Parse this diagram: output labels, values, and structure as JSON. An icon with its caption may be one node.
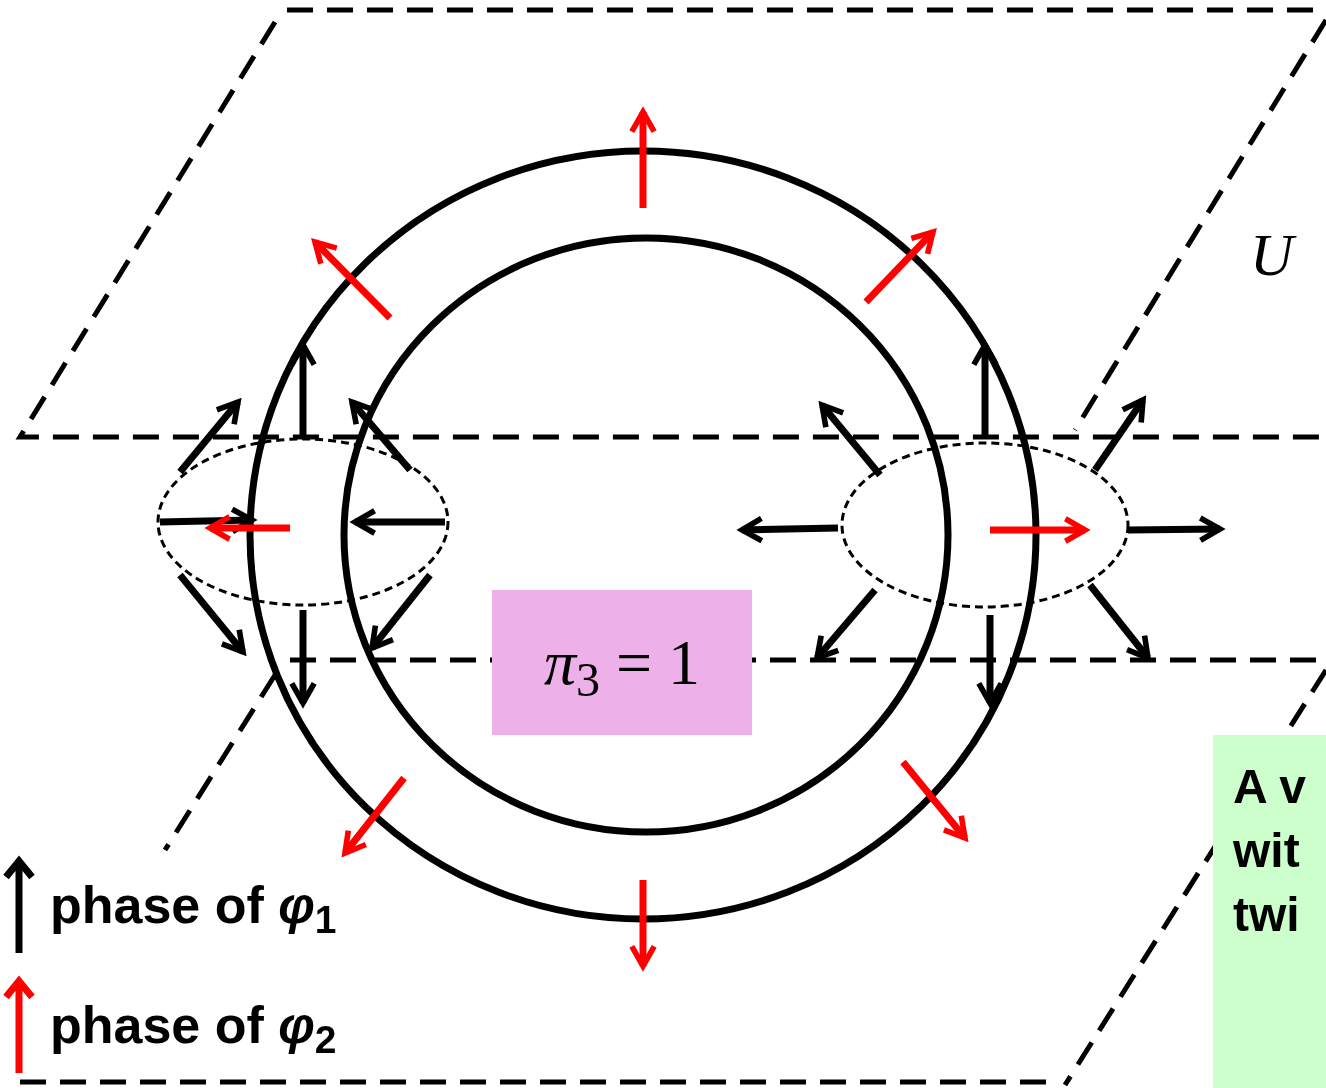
{
  "diagram": {
    "nodes": [
      {
        "text": [
          "*π*$_{3}$ = 1"
        ]
      },
      {
        "text": [
          "A v wit twi"
        ]
      }
    ],
    "labels": [
      "*U*"
    ],
    "legend": [
      {
        "text": "phase of *φ*$_{1}$"
      },
      {
        "text": "phase of *φ*$_{2}$"
      }
    ]
  }
}
